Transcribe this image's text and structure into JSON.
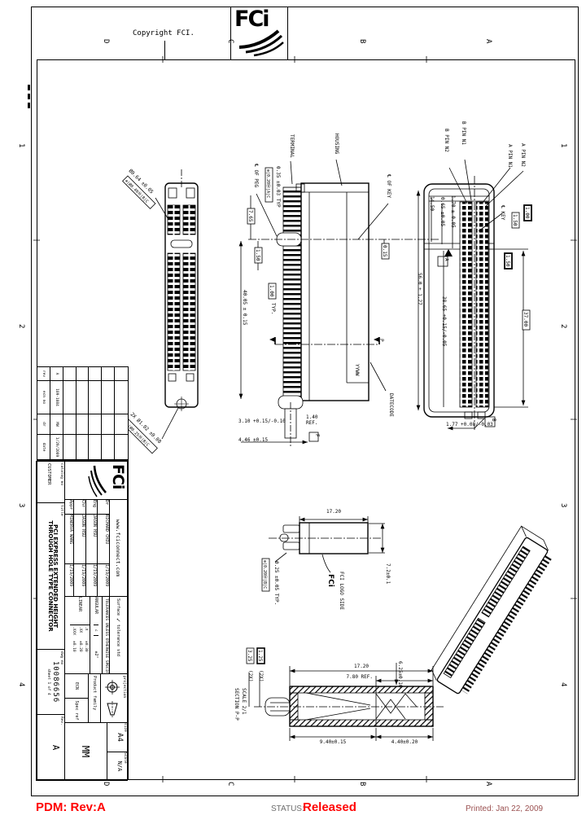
{
  "frame": {
    "copyright": "Copyright FCI.",
    "logo": "FCi",
    "zones_h": [
      "D",
      "C",
      "B",
      "A"
    ],
    "zones_v": [
      "1",
      "2",
      "3",
      "4"
    ]
  },
  "pdm": {
    "left": "PDM: Rev:A",
    "status_label": "STATUS:",
    "status_value": "Released",
    "printed": "Printed: Jan 22, 2009",
    "accent_red": "#ff0000",
    "status_gray": "#6e6e6e",
    "printed_maroon": "#9a5050"
  },
  "title_block": {
    "logo": "FCi",
    "website": "www.fciconnect.com",
    "rows": [
      {
        "role": "Dr",
        "name": "RICHARD CHIU",
        "date": "1/19/2009"
      },
      {
        "role": "Eng",
        "name": "JASON HSU",
        "date": "1/19/2009"
      },
      {
        "role": "Chr",
        "name": "JASON HSU",
        "date": "1/19/2009"
      },
      {
        "role": "Appr",
        "name": "MINERVA WANG",
        "date": "1/19/2009"
      }
    ],
    "surface": "Surface",
    "check": "✓",
    "tol_std": "tolerance std",
    "projection": "projection",
    "tol_header": "TOLERANCES UNLESS OTHERWISE SPECIFIED",
    "angular_label": "ANGULAR",
    "angular_sym": "∠",
    "angular_val": "±2°",
    "linear_label": "LINEAR",
    "lin": [
      {
        "k": ".X",
        "v": "±0.30"
      },
      {
        "k": ".XX",
        "v": "±0.20"
      },
      {
        "k": ".XXX",
        "v": "±0.10"
      }
    ],
    "size_label": "size",
    "size_val": "A4",
    "scale_label": "Scale",
    "scale_val": "N/A",
    "units": "MM",
    "product_family": "Product family",
    "ecn": "ECN",
    "spec_ref": "Spec ref",
    "catalog_label": "catalog no",
    "customer": "CUSTOMER",
    "title_label": "title",
    "title1": "PCI EXPRESS EXTENDED HEIGHT",
    "title2": "THROUGH HOLE TYPE CONNECTOR",
    "dwg_label": "dwg no",
    "dwg_no": "10086656",
    "sheet": "sheet 1 of 4",
    "rev_label": "Rev.",
    "rev_val": "A"
  },
  "rev_table": {
    "headers": [
      "rev",
      "ecn no",
      "dr",
      "date"
    ],
    "entry": [
      "A",
      "109-1084",
      "MW",
      "1/29/2009"
    ]
  },
  "views": {
    "front": {
      "hole_dim": "Ø0.64 ±0.05",
      "hole_fcf": "⊕|Ø0.40Ⓜ|B|C",
      "peg_dim": "2X Ø1.02 ±0.08",
      "peg_fcf": "⊕|Ø0.25Ⓜ|B|C"
    },
    "side": {
      "terminal": "TERMINAL",
      "housing": "HOUSING",
      "cl_key": "℄ OF KEY",
      "cl_peg": "℄ OF PEG",
      "pitch": "0.35 ±0.03 TYP",
      "pitch_fcf": "⊕|0.20Ⓜ|A|C",
      "d765": "7.65",
      "d150": "1.50",
      "d100": "1.00",
      "typ": "TYP.",
      "d015": "0.15",
      "d4005": "40.05 ± 0.15",
      "d310": "3.10 +0.15/-0.10",
      "d140": "1.40",
      "ref": "REF.",
      "d446": "4.46 ±0.15",
      "p": "P",
      "yyww": "YYWW",
      "datecode": "DATECODE",
      "datum_f": "F"
    },
    "end": {
      "b_pin_n2": "B PIN N2",
      "b_pin_n1": "B PIN N1",
      "a_pin_n1": "A PIN N1",
      "a_pin_n2": "A PIN N2",
      "d1450": "14.50",
      "d065": "0.65 ±0.05",
      "d170": "1.70 ± 0.05",
      "cl_key": "℄ KEY",
      "d150_top": "1.50",
      "d100": "1.00",
      "d150_mid": "1.50",
      "datum_a": "A",
      "datum_b": "B",
      "d560": "56.0 ± 1.27",
      "d3865": "38.65 +0.15/-0.05",
      "d3700": "37.00",
      "d177": "1.77 +0.08/-0.03"
    },
    "peg": {
      "d1720": "17.20",
      "d72": "7.2±0.1",
      "tail": "0.25 ±0.05 TYP.",
      "tail_fcf": "⊕|0.20Ⓜ|B|C",
      "logo": "FCi",
      "logo_side": "FCI LOGO SIDE"
    },
    "section": {
      "label": "SECTION P-P",
      "scale": "SCALE 2/1",
      "d1720": "17.20",
      "d780": "7.80 REF.",
      "d940": "9.40±0.15",
      "d440": "4.40±0.20",
      "d625": "6.25±0.10",
      "d325": "3.25",
      "d325_qty": "(2X)",
      "d125": "1.25",
      "d125_qty": "(2X)"
    }
  }
}
